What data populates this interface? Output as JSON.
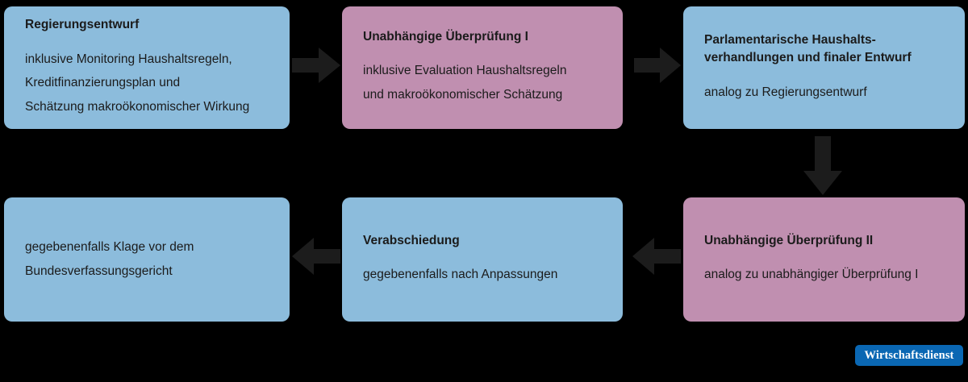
{
  "diagram": {
    "background_color": "#000000",
    "boxes": [
      {
        "id": "regierungsentwurf",
        "title": "Regierungsentwurf",
        "body": "inklusive Monitoring Haushaltsregeln,\nKreditfinanzierungsplan und\nSchätzung makroökonomischer Wirkung",
        "color": "#8cbcdc"
      },
      {
        "id": "pruefung-1",
        "title": "Unabhängige Überprüfung I",
        "body": "inklusive Evaluation Haushaltsregeln\nund makroökonomischer Schätzung",
        "color": "#c08fb0"
      },
      {
        "id": "parlament",
        "title": "Parlamentarische Haushalts-\nverhandlungen und finaler Entwurf",
        "body": "analog zu Regierungsentwurf",
        "color": "#8cbcdc"
      },
      {
        "id": "pruefung-2",
        "title": "Unabhängige Überprüfung II",
        "body": "analog zu unabhängiger Überprüfung I",
        "color": "#c08fb0"
      },
      {
        "id": "verabschiedung",
        "title": "Verabschiedung",
        "body": "gegebenenfalls nach Anpassungen",
        "color": "#8cbcdc"
      },
      {
        "id": "klage",
        "title": "",
        "body": "gegebenenfalls Klage vor dem\nBundesverfassungsgericht",
        "color": "#8cbcdc"
      }
    ],
    "arrows": [
      {
        "id": "arrow-1",
        "direction": "right",
        "from": "regierungsentwurf",
        "to": "pruefung-1"
      },
      {
        "id": "arrow-2",
        "direction": "right",
        "from": "pruefung-1",
        "to": "parlament"
      },
      {
        "id": "arrow-3",
        "direction": "down",
        "from": "parlament",
        "to": "pruefung-2"
      },
      {
        "id": "arrow-4",
        "direction": "left",
        "from": "pruefung-2",
        "to": "verabschiedung"
      },
      {
        "id": "arrow-5",
        "direction": "left",
        "from": "verabschiedung",
        "to": "klage"
      }
    ],
    "badge": {
      "label": "Wirtschaftsdienst",
      "background_color": "#0a67b3",
      "text_color": "#ffffff"
    }
  }
}
